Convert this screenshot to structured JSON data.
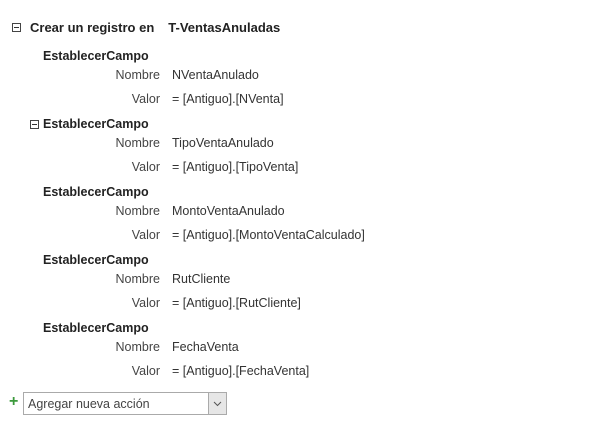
{
  "header": {
    "prefix": "Crear un registro en",
    "table": "T-VentasAnuladas"
  },
  "labels": {
    "name": "Nombre",
    "value": "Valor"
  },
  "actions": [
    {
      "title": "EstablecerCampo",
      "name": "NVentaAnulado",
      "value": "= [Antiguo].[NVenta]",
      "collapsible": false
    },
    {
      "title": "EstablecerCampo",
      "name": "TipoVentaAnulado",
      "value": "= [Antiguo].[TipoVenta]",
      "collapsible": true
    },
    {
      "title": "EstablecerCampo",
      "name": "MontoVentaAnulado",
      "value": "= [Antiguo].[MontoVentaCalculado]",
      "collapsible": false
    },
    {
      "title": "EstablecerCampo",
      "name": "RutCliente",
      "value": "= [Antiguo].[RutCliente]",
      "collapsible": false
    },
    {
      "title": "EstablecerCampo",
      "name": "FechaVenta",
      "value": "= [Antiguo].[FechaVenta]",
      "collapsible": false
    }
  ],
  "add_action": {
    "placeholder": "Agregar nueva acción"
  }
}
